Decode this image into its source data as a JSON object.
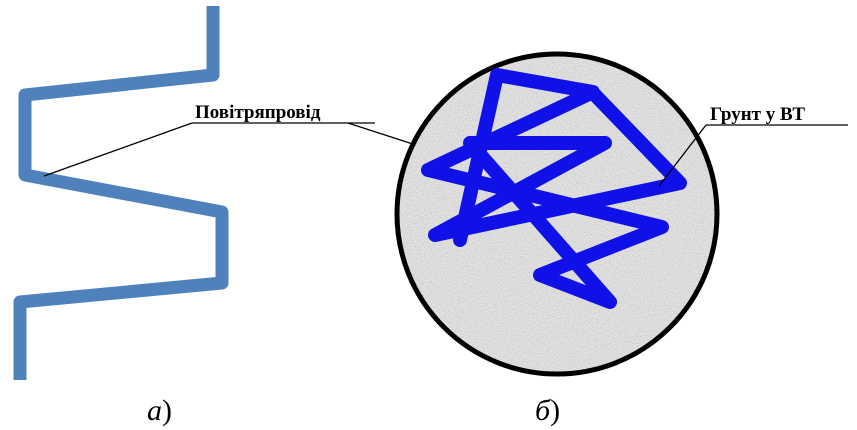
{
  "labels": {
    "air_duct": "Повітряпровід",
    "soil": "Грунт у ВТ"
  },
  "captions": {
    "a_letter": "а",
    "a_paren": ")",
    "b_letter": "б",
    "b_paren": ")"
  },
  "colors": {
    "duct_side_view": "#4f81bd",
    "duct_section": "#1010e8",
    "soil_fill": "#e6e6e6",
    "outline": "#000000"
  }
}
